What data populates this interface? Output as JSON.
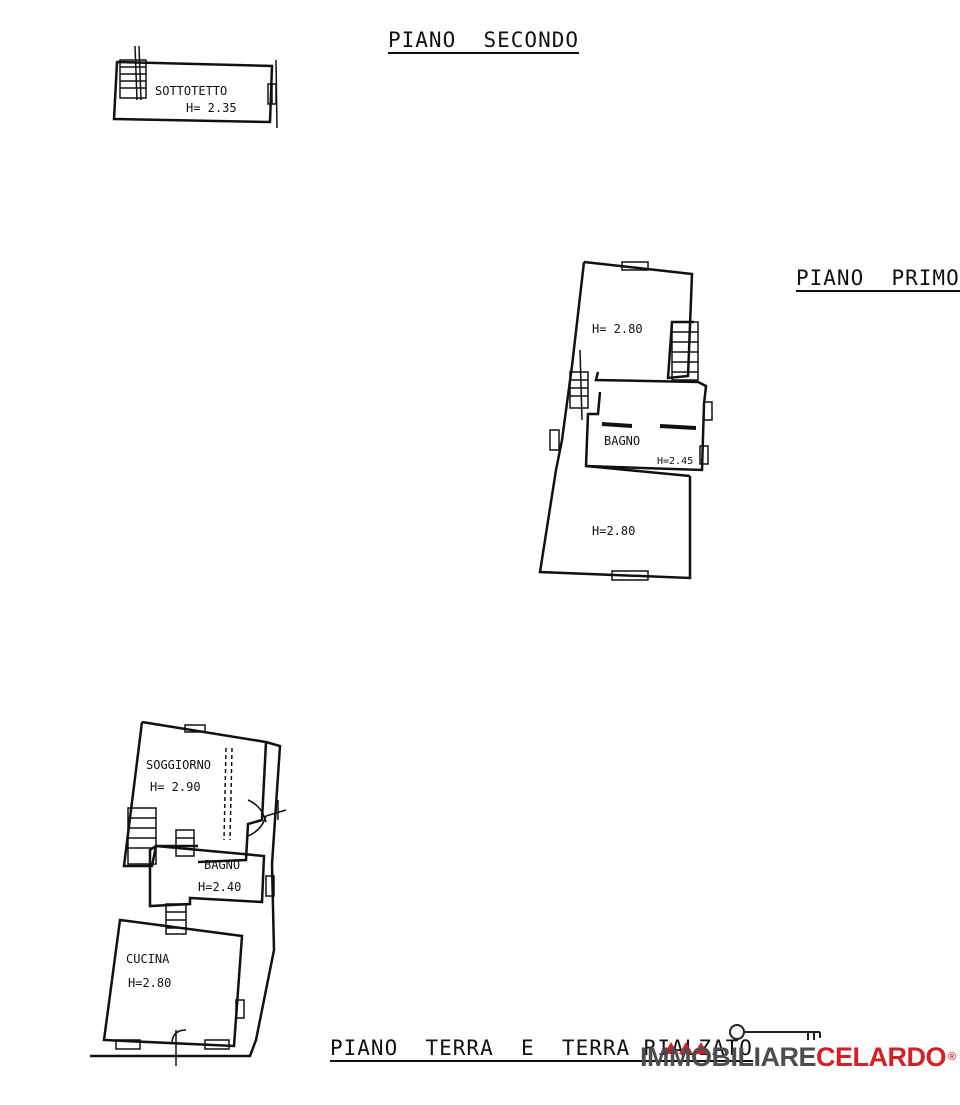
{
  "floors": {
    "second": {
      "title": "PIANO  SECONDO",
      "rooms": [
        {
          "name": "SOTTOTETTO",
          "height": "H= 2.35"
        }
      ]
    },
    "first": {
      "title": "PIANO  PRIMO",
      "rooms": [
        {
          "name": "",
          "height": "H= 2.80"
        },
        {
          "name": "BAGNO",
          "height": "H=2.45"
        },
        {
          "name": "",
          "height": "H=2.80"
        }
      ]
    },
    "ground": {
      "title": "PIANO  TERRA  E  TERRA RIALZATO",
      "rooms": [
        {
          "name": "SOGGIORNO",
          "height": "H= 2.90"
        },
        {
          "name": "BAGNO",
          "height": "H=2.40"
        },
        {
          "name": "CUCINA",
          "height": "H=2.80"
        }
      ]
    }
  },
  "brand": {
    "part1": "IMMOBILIARE",
    "part2": "CELARDO",
    "mark": "®",
    "colors": {
      "gray": "#4d4d4d",
      "red": "#d31f26"
    }
  },
  "icons": [
    "key-icon",
    "house-roofs-icon"
  ]
}
